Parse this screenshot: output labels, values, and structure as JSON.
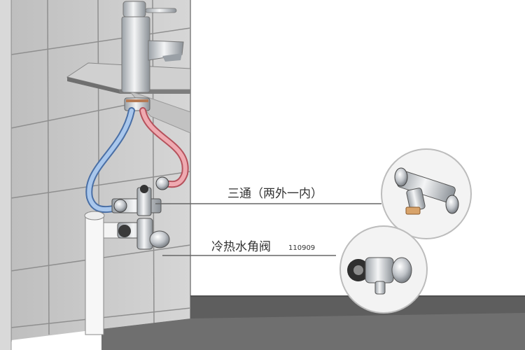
{
  "labels": {
    "tee_fitting": "三通（两外一内）",
    "angle_valve": "冷热水角阀",
    "angle_valve_code": "110909"
  },
  "colors": {
    "cold_pipe": "#a9c7ec",
    "hot_pipe": "#efaab1",
    "wall_tile": "#c9c9c9",
    "tile_grout": "#8f8f8f",
    "floor": "#6f6f6f",
    "leader_line": "#666666"
  },
  "icons": [
    "faucet",
    "tee-fitting-photo",
    "angle-valve-photo"
  ]
}
